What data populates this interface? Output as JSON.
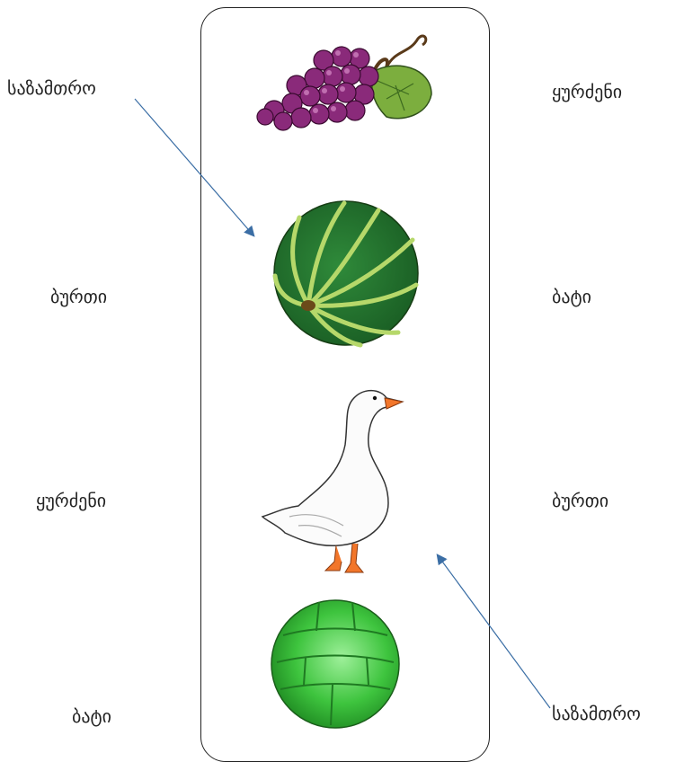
{
  "left_labels": [
    "საზამთრო",
    "ბურთი",
    "ყურძენი",
    "ბატი"
  ],
  "right_labels": [
    "ყურძენი",
    "ბატი",
    "ბურთი",
    "საზამთრო"
  ],
  "pictures": [
    "grapes",
    "watermelon",
    "goose",
    "ball"
  ],
  "colors": {
    "arrow": "#3b6ea5",
    "grape": "#7a1f6b",
    "leaf": "#7cae3e",
    "melon_dark": "#1f6b2c",
    "melon_light": "#b6d86a",
    "ball": "#3ec43e",
    "goose_beak": "#f2762a"
  }
}
